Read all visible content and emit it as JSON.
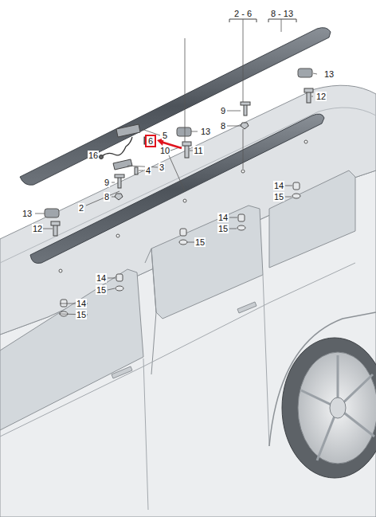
{
  "diagram": {
    "nodes": [
      {
        "text": [
          "6"
        ]
      }
    ],
    "labels": [
      "2 - 6",
      "8 - 13",
      "13",
      "12",
      "9",
      "8",
      "5",
      "13",
      "11",
      "16",
      "10",
      "3",
      "4",
      "9",
      "8",
      "13",
      "2",
      "12",
      "14",
      "15",
      "14",
      "15",
      "15",
      "14",
      "15",
      "14",
      "15"
    ]
  }
}
